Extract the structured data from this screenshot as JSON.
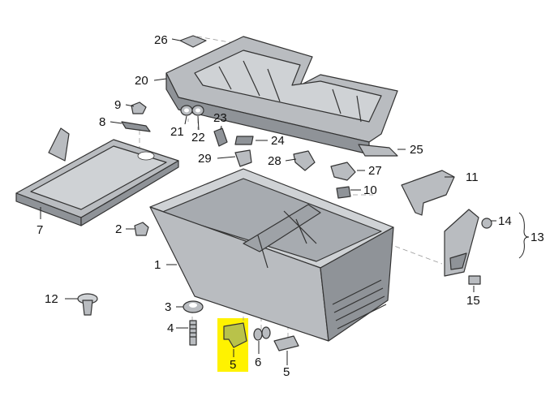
{
  "callouts": {
    "c1": "1",
    "c2": "2",
    "c3": "3",
    "c4": "4",
    "c5a": "5",
    "c5b": "5",
    "c6": "6",
    "c7": "7",
    "c8": "8",
    "c9": "9",
    "c10": "10",
    "c11": "11",
    "c12": "12",
    "c13": "13",
    "c14": "14",
    "c15": "15",
    "c20": "20",
    "c21": "21",
    "c22": "22",
    "c23": "23",
    "c24": "24",
    "c25": "25",
    "c26": "26",
    "c27": "27",
    "c28": "28",
    "c29": "29"
  },
  "colors": {
    "part_fill": "#b9bcc0",
    "part_shade": "#8f9398",
    "highlight": "#fff200",
    "highlighted_part": "#b9c24a"
  }
}
